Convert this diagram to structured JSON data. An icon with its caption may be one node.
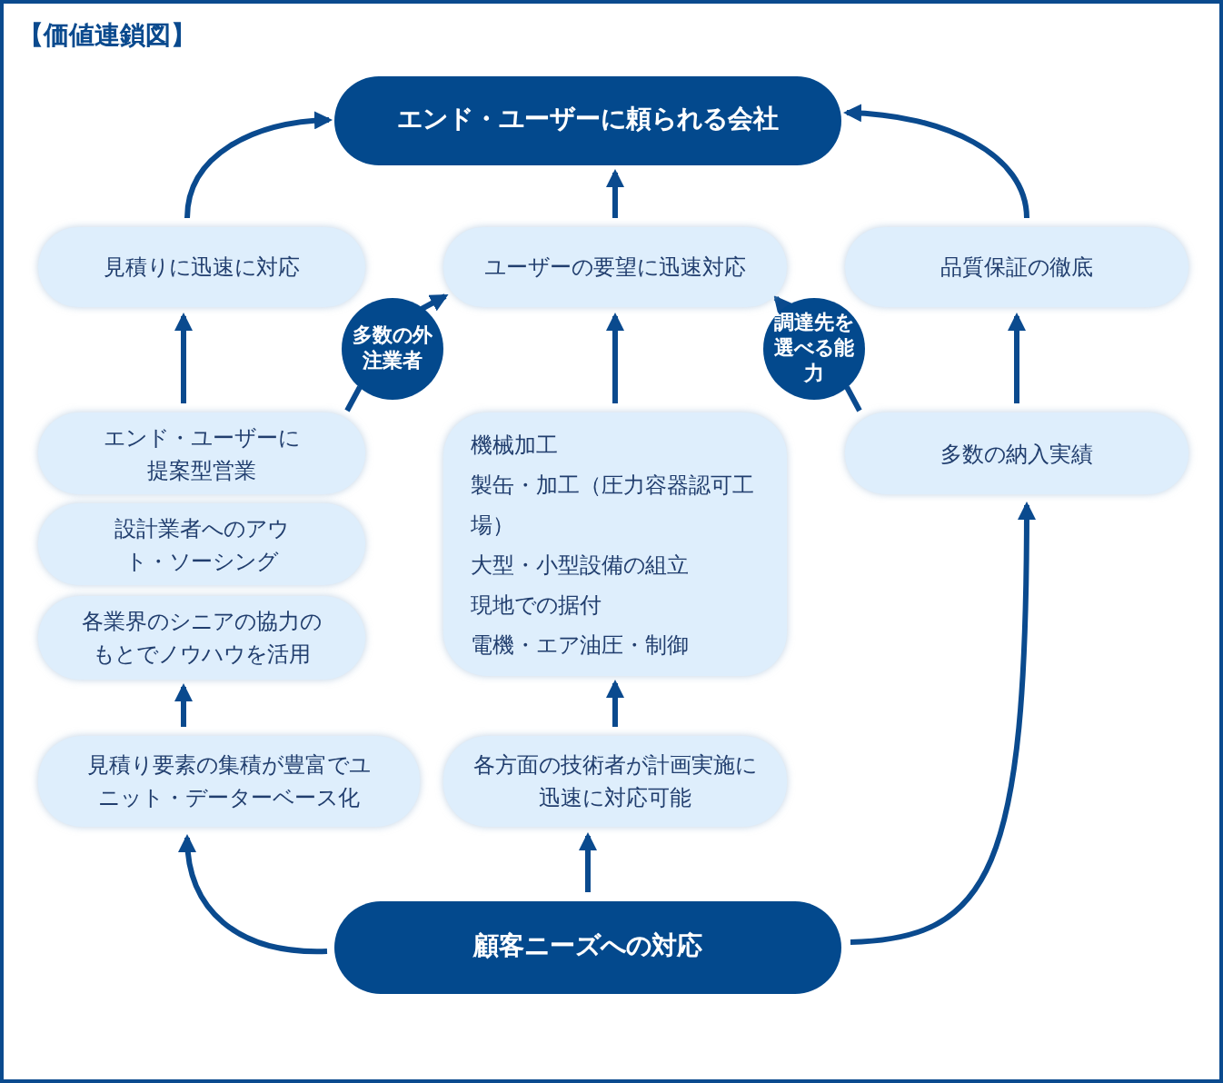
{
  "diagram": {
    "title": "【価値連鎖図】",
    "nodes": [
      {
        "text": [
          "エンド・ユーザーに頼られる会社"
        ]
      },
      {
        "text": [
          "見積りに迅速に対応"
        ]
      },
      {
        "text": [
          "ユーザーの要望に迅速対応"
        ]
      },
      {
        "text": [
          "品質保証の徹底"
        ]
      },
      {
        "text": [
          "多数の外注業者"
        ]
      },
      {
        "text": [
          "調達先を選べる能力"
        ]
      },
      {
        "text": [
          "エンド・ユーザーに提案型営業"
        ]
      },
      {
        "text": [
          "設計業者へのアウト・ソーシング"
        ]
      },
      {
        "text": [
          "各業界のシニアの協力のもとでノウハウを活用"
        ]
      },
      {
        "text": [
          "機械加工",
          "製缶・加工（圧力容器認可工場）",
          "大型・小型設備の組立",
          "現地での据付",
          "電機・エア油圧・制御"
        ]
      },
      {
        "text": [
          "多数の納入実績"
        ]
      },
      {
        "text": [
          "見積り要素の集積が豊富でユニット・データーベース化"
        ]
      },
      {
        "text": [
          "各方面の技術者が計画実施に迅速に対応可能"
        ]
      },
      {
        "text": [
          "顧客ニーズへの対応"
        ]
      }
    ],
    "edges": [
      {
        "from": 1,
        "to": 0,
        "arrow": "to"
      },
      {
        "from": 2,
        "to": 0,
        "arrow": "to"
      },
      {
        "from": 3,
        "to": 0,
        "arrow": "to"
      },
      {
        "from": 6,
        "to": 1,
        "arrow": "to"
      },
      {
        "from": 6,
        "to": 4,
        "arrow": "none"
      },
      {
        "from": 4,
        "to": 2,
        "arrow": "to"
      },
      {
        "from": 10,
        "to": 5,
        "arrow": "none"
      },
      {
        "from": 5,
        "to": 2,
        "arrow": "to"
      },
      {
        "from": 9,
        "to": 2,
        "arrow": "to"
      },
      {
        "from": 10,
        "to": 3,
        "arrow": "to"
      },
      {
        "from": 11,
        "to": 8,
        "arrow": "to"
      },
      {
        "from": 12,
        "to": 9,
        "arrow": "to"
      },
      {
        "from": 13,
        "to": 11,
        "arrow": "to"
      },
      {
        "from": 13,
        "to": 12,
        "arrow": "to"
      },
      {
        "from": 13,
        "to": 10,
        "arrow": "to"
      }
    ]
  }
}
